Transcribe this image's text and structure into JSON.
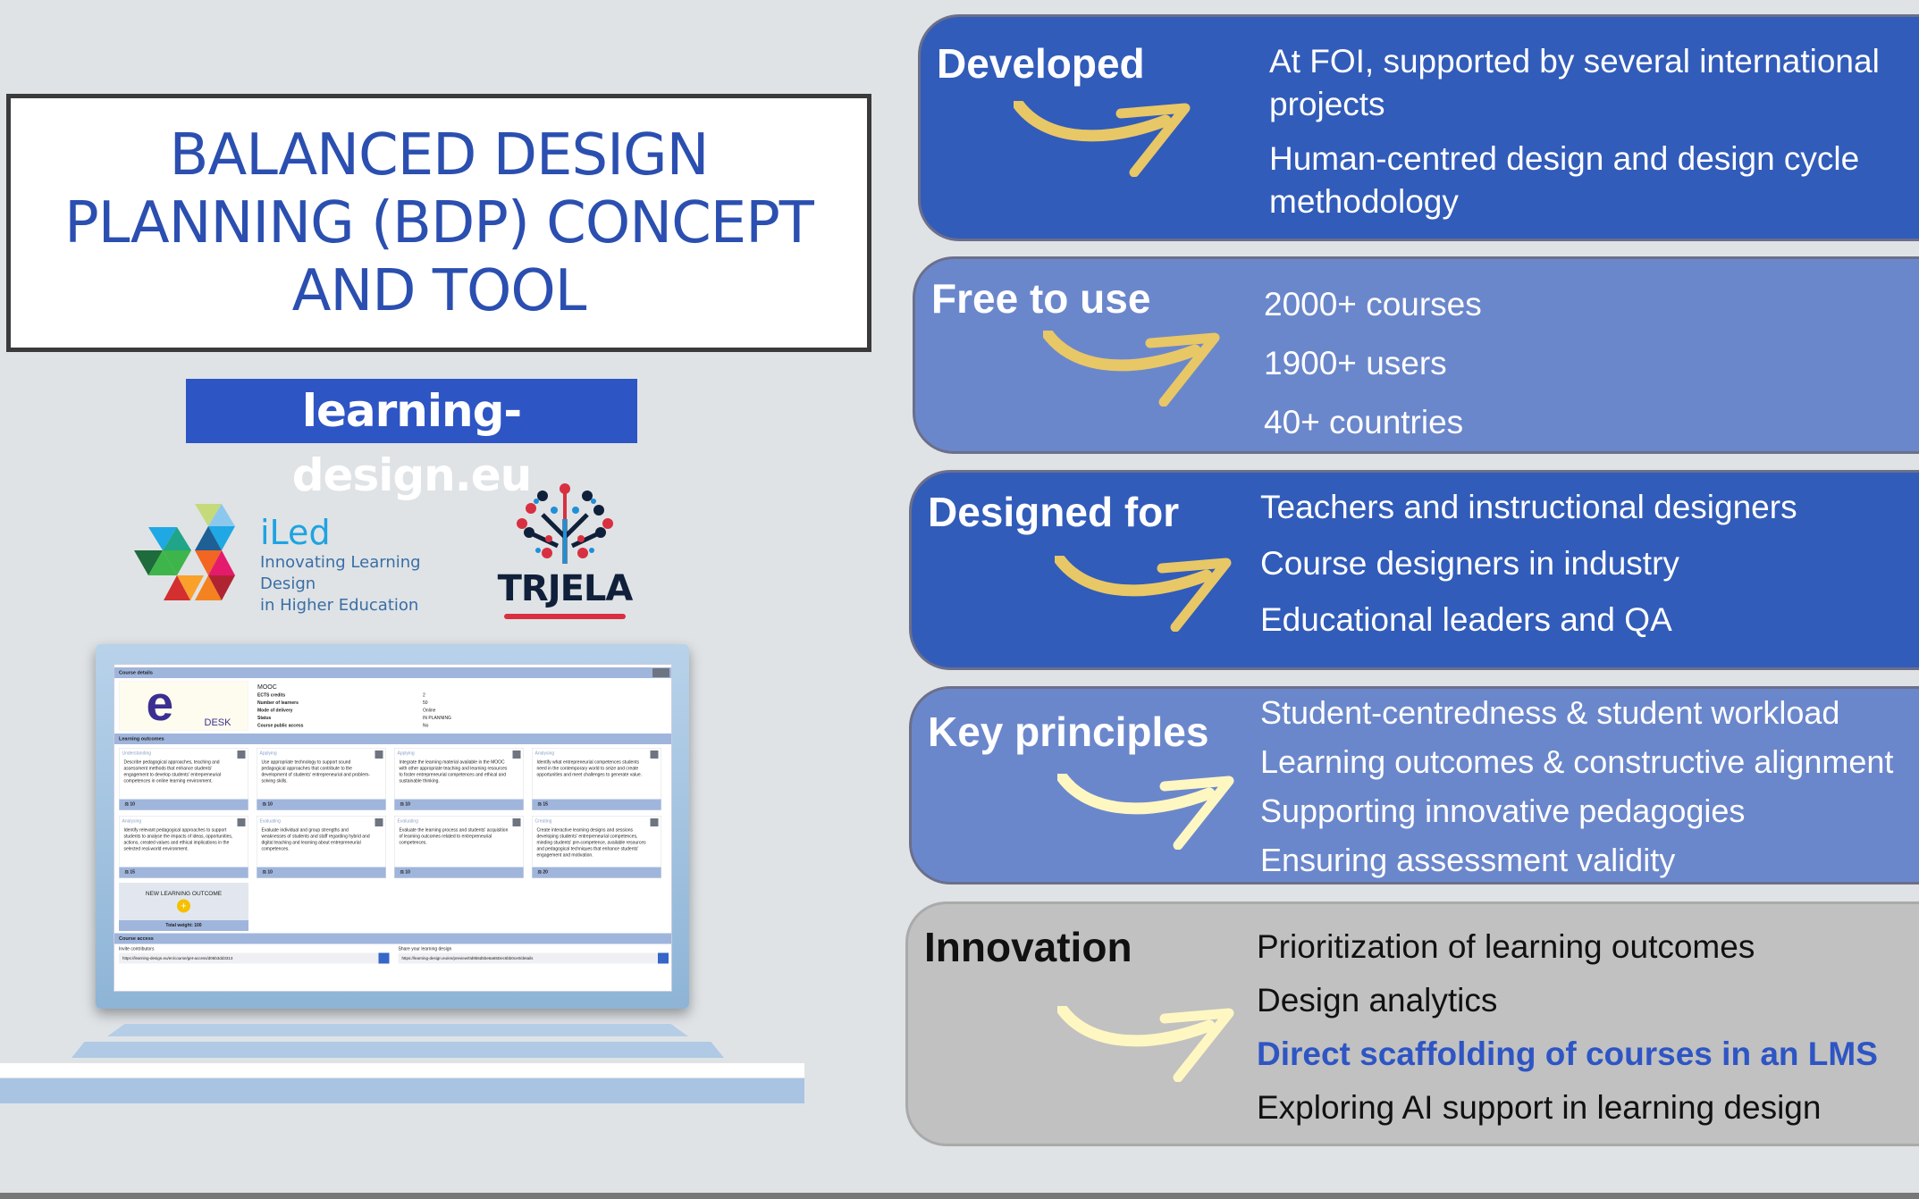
{
  "title": "BALANCED DESIGN PLANNING (BDP) CONCEPT AND TOOL",
  "url": "learning-design.eu",
  "logos": {
    "iled": {
      "name": "iLed",
      "tagline_1": "Innovating Learning Design",
      "tagline_2": "in Higher Education"
    },
    "trjela": {
      "name": "TRJELA"
    }
  },
  "screenshot": {
    "course_details_label": "Course details",
    "logo_text": "DESK",
    "course_type": "MOOC",
    "fields": [
      {
        "label": "ECTS credits",
        "value": "2"
      },
      {
        "label": "Number of learners",
        "value": "50"
      },
      {
        "label": "Mode of delivery",
        "value": "Online"
      },
      {
        "label": "Status",
        "value": "IN PLANNING"
      },
      {
        "label": "Course public access",
        "value": "No"
      }
    ],
    "learning_outcomes_label": "Learning outcomes",
    "outcomes": [
      {
        "category": "Understanding",
        "text": "Describe pedagogical approaches, teaching and assessment methods that enhance students' engagement to develop students' entrepreneurial competences in online learning environment.",
        "weight": "10"
      },
      {
        "category": "Applying",
        "text": "Use appropriate technology to support sound pedagogical approaches that contribute to the development of students' entrepreneurial and problem-solving skills.",
        "weight": "10"
      },
      {
        "category": "Applying",
        "text": "Integrate the learning material available in the MOOC with other appropriate teaching and learning resources to foster entrepreneurial competences and ethical and sustainable thinking.",
        "weight": "10"
      },
      {
        "category": "Analysing",
        "text": "Identify what entrepreneurial competences students need in the contemporary world to seize and create opportunities and meet challenges to generate value.",
        "weight": "15"
      },
      {
        "category": "Analysing",
        "text": "Identify relevant pedagogical approaches to support students to analyse the impacts of ideas, opportunities, actions, created values and ethical implications in the selected real-world environment.",
        "weight": "15"
      },
      {
        "category": "Evaluating",
        "text": "Evaluate individual and group strengths and weaknesses of students and staff regarding hybrid and digital teaching and learning about entrepreneurial competences.",
        "weight": "10"
      },
      {
        "category": "Evaluating",
        "text": "Evaluate the learning process and students' acquisition of learning outcomes related to entrepreneurial competences.",
        "weight": "10"
      },
      {
        "category": "Creating",
        "text": "Create interactive learning designs and sessions developing students' entrepreneurial competences, minding students' pre-competence, available resources and pedagogical techniques that enhance students' engagement and motivation.",
        "weight": "20"
      }
    ],
    "new_outcome_label": "NEW LEARNING OUTCOME",
    "total_weight": "Total weight: 100",
    "course_access_label": "Course access",
    "invite_label": "Invite contributors",
    "invite_url": "https://learning-design.eu/en/course/get-access/d06b3dd3313",
    "share_label": "Share your learning design",
    "share_url": "https://learning-design.eu/en/preview/0d9b6d5be6a65Dec6bb0ce0/details"
  },
  "panels": [
    {
      "heading": "Developed",
      "style": "dark",
      "items": [
        "At FOI, supported by several international projects",
        "Human-centred design and design cycle methodology"
      ]
    },
    {
      "heading": "Free to use",
      "style": "light",
      "items": [
        "2000+ courses",
        "1900+ users",
        "40+ countries"
      ]
    },
    {
      "heading": "Designed for",
      "style": "dark",
      "items": [
        "Teachers and instructional designers",
        "Course designers in industry",
        "Educational leaders and QA"
      ]
    },
    {
      "heading": "Key principles",
      "style": "light",
      "items": [
        "Student-centredness & student workload",
        "Learning outcomes & constructive alignment",
        "Supporting innovative pedagogies",
        "Ensuring assessment validity"
      ]
    },
    {
      "heading": "Innovation",
      "style": "gray",
      "items": [
        "Prioritization of learning outcomes",
        "Design analytics",
        "Direct scaffolding of courses in an LMS",
        "Exploring AI support in learning design"
      ]
    }
  ],
  "colors": {
    "dark_panel": "#325CBA",
    "light_panel": "#6B87CC",
    "gray_panel": "#C1C1C1",
    "arrow": "#E8C766",
    "arrow_pale": "#FFF7C2",
    "title_text": "#2B4FB0",
    "highlight": "#2E55C4"
  }
}
